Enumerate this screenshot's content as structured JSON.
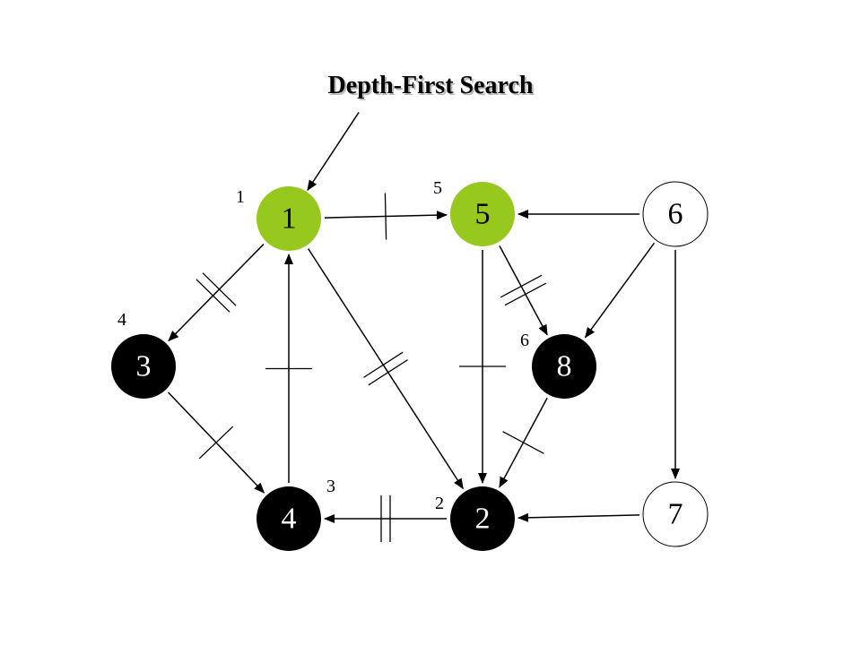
{
  "title": "Depth-First Search",
  "colors": {
    "visited": "#96c81e",
    "finished": "#000000",
    "unvisited": "#ffffff",
    "edge": "#000000"
  },
  "nodes": [
    {
      "id": "1",
      "label": "1",
      "state": "visited"
    },
    {
      "id": "5",
      "label": "5",
      "state": "visited"
    },
    {
      "id": "6",
      "label": "6",
      "state": "unvisited"
    },
    {
      "id": "3",
      "label": "3",
      "state": "finished"
    },
    {
      "id": "8",
      "label": "8",
      "state": "finished"
    },
    {
      "id": "4",
      "label": "4",
      "state": "finished"
    },
    {
      "id": "2",
      "label": "2",
      "state": "finished"
    },
    {
      "id": "7",
      "label": "7",
      "state": "unvisited"
    }
  ],
  "edges": [
    {
      "from": "1",
      "to": "5",
      "marks": 1
    },
    {
      "from": "1",
      "to": "3",
      "marks": 2
    },
    {
      "from": "1",
      "to": "2",
      "marks": 2
    },
    {
      "from": "6",
      "to": "5",
      "marks": 0
    },
    {
      "from": "6",
      "to": "8",
      "marks": 0
    },
    {
      "from": "6",
      "to": "7",
      "marks": 0
    },
    {
      "from": "5",
      "to": "8",
      "marks": 2
    },
    {
      "from": "5",
      "to": "2",
      "marks": 1
    },
    {
      "from": "3",
      "to": "4",
      "marks": 1
    },
    {
      "from": "4",
      "to": "1",
      "marks": 1
    },
    {
      "from": "8",
      "to": "2",
      "marks": 1
    },
    {
      "from": "2",
      "to": "4",
      "marks": 2
    },
    {
      "from": "7",
      "to": "2",
      "marks": 0
    }
  ],
  "order_labels": [
    {
      "node": "1",
      "text": "1"
    },
    {
      "node": "5",
      "text": "5"
    },
    {
      "node": "3",
      "text": "4"
    },
    {
      "node": "8",
      "text": "6"
    },
    {
      "node": "4",
      "text": "3"
    },
    {
      "node": "2",
      "text": "2"
    }
  ],
  "start_arrow": {
    "target": "1"
  }
}
